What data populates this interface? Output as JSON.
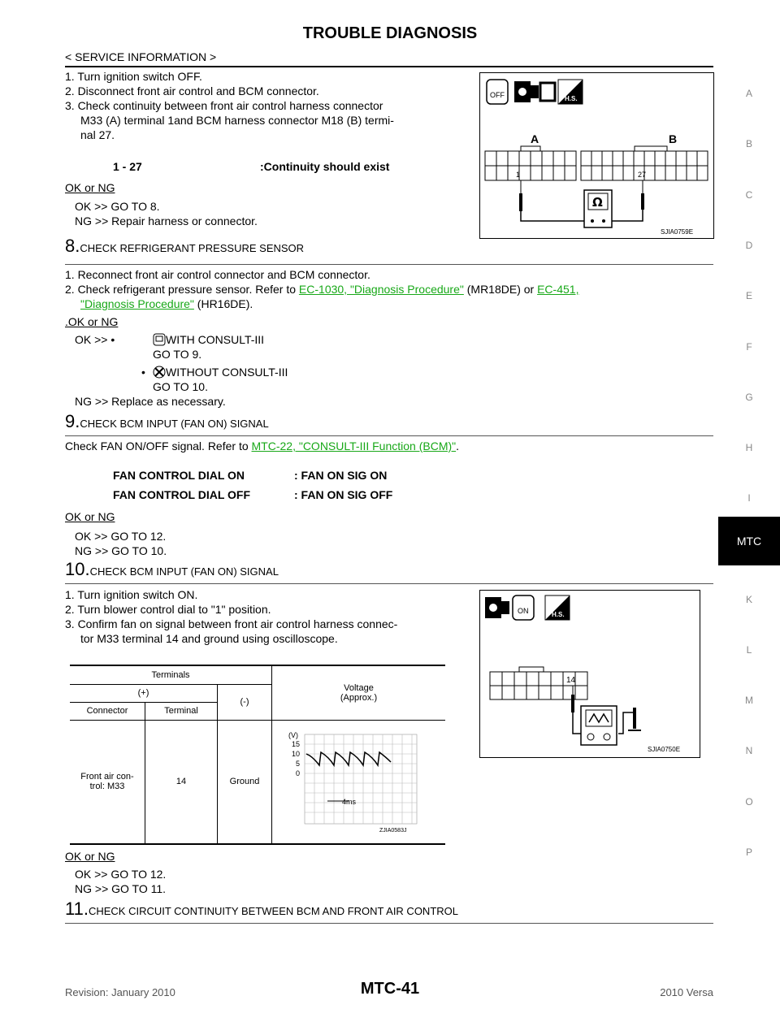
{
  "header": {
    "title": "TROUBLE DIAGNOSIS",
    "subtitle": "< SERVICE INFORMATION >"
  },
  "side_index": {
    "letters": [
      "A",
      "B",
      "C",
      "D",
      "E",
      "F",
      "G",
      "H",
      "I",
      "K",
      "L",
      "M",
      "N",
      "O",
      "P"
    ],
    "active": "MTC"
  },
  "step7": {
    "items": [
      "1.  Turn ignition switch OFF.",
      "2.  Disconnect front air control and BCM connector.",
      "3.  Check continuity between front air control harness connector",
      "M33 (A) terminal 1and BCM harness connector M18 (B) termi-",
      "nal 27."
    ],
    "spec_left": "1 - 27",
    "spec_right": ":Continuity should exist",
    "okng": "OK or NG",
    "ok": "OK      >> GO TO 8.",
    "ng": "NG      >> Repair harness or connector.",
    "figure": {
      "id": "SJIA0759E",
      "a": "A",
      "b": "B",
      "t1": "1",
      "t27": "27",
      "ohm": "Ω",
      "off": "OFF",
      "hs": "H.S."
    }
  },
  "step8": {
    "num": "8.",
    "title": "CHECK REFRIGERANT PRESSURE SENSOR",
    "l1": "1.  Reconnect front air control connector and BCM connector.",
    "l2a": "2.  Check refrigerant pressure sensor. Refer to ",
    "l2link1": "EC-1030, \"Diagnosis Procedure\"",
    "l2b": " (MR18DE) or ",
    "l2link2": "EC-451,",
    "l3link": "\"Diagnosis Procedure\"",
    "l3b": " (HR16DE).",
    "okng": ".OK or NG",
    "ok": "OK      >>  •",
    "ok_a": "WITH CONSULT-III",
    "ok_a_go": "GO TO 9.",
    "ok_b_bullet": "•",
    "ok_b": "WITHOUT CONSULT-III",
    "ok_b_go": "GO TO 10.",
    "ng": "NG      >> Replace as necessary."
  },
  "step9": {
    "num": "9.",
    "title": "CHECK BCM INPUT (FAN ON) SIGNAL",
    "l1a": "Check FAN ON/OFF signal. Refer to ",
    "l1link": "MTC-22, \"CONSULT-III Function (BCM)\"",
    "l1b": ".",
    "spec": [
      {
        "k": "FAN CONTROL DIAL ON",
        "v": ": FAN ON SIG ON"
      },
      {
        "k": "FAN CONTROL DIAL OFF",
        "v": ": FAN ON SIG OFF"
      }
    ],
    "okng": "OK or NG",
    "ok": "OK      >> GO TO 12.",
    "ng": "NG      >> GO TO 10."
  },
  "step10": {
    "num": "10.",
    "title": "CHECK BCM INPUT (FAN ON) SIGNAL",
    "items": [
      "1.  Turn ignition switch ON.",
      "2.  Turn blower control dial to \"1\" position.",
      "3.  Confirm fan on signal between front air control harness connec-",
      "tor M33 terminal 14 and ground using oscilloscope."
    ],
    "table": {
      "terminals": "Terminals",
      "plus": "(+)",
      "minus": "(-)",
      "voltage": "Voltage",
      "approx": "(Approx.)",
      "connector": "Connector",
      "terminal": "Terminal",
      "row_conn1": "Front air con-",
      "row_conn2": "trol: M33",
      "row_term": "14",
      "row_minus": "Ground"
    },
    "wave": {
      "unit": "(V)",
      "y15": "15",
      "y10": "10",
      "y5": "5",
      "y0": "0",
      "period": "4ms",
      "id": "ZJIA0583J"
    },
    "figure": {
      "id": "SJIA0750E",
      "t14": "14",
      "on": "ON",
      "hs": "H.S."
    },
    "okng": "OK or NG",
    "ok": "OK      >> GO TO 12.",
    "ng": "NG      >> GO TO 11."
  },
  "step11": {
    "num": "11.",
    "title": "CHECK CIRCUIT CONTINUITY BETWEEN BCM AND FRONT AIR CONTROL"
  },
  "footer": {
    "revision": "Revision: January 2010",
    "page": "MTC-41",
    "model": "2010 Versa"
  }
}
